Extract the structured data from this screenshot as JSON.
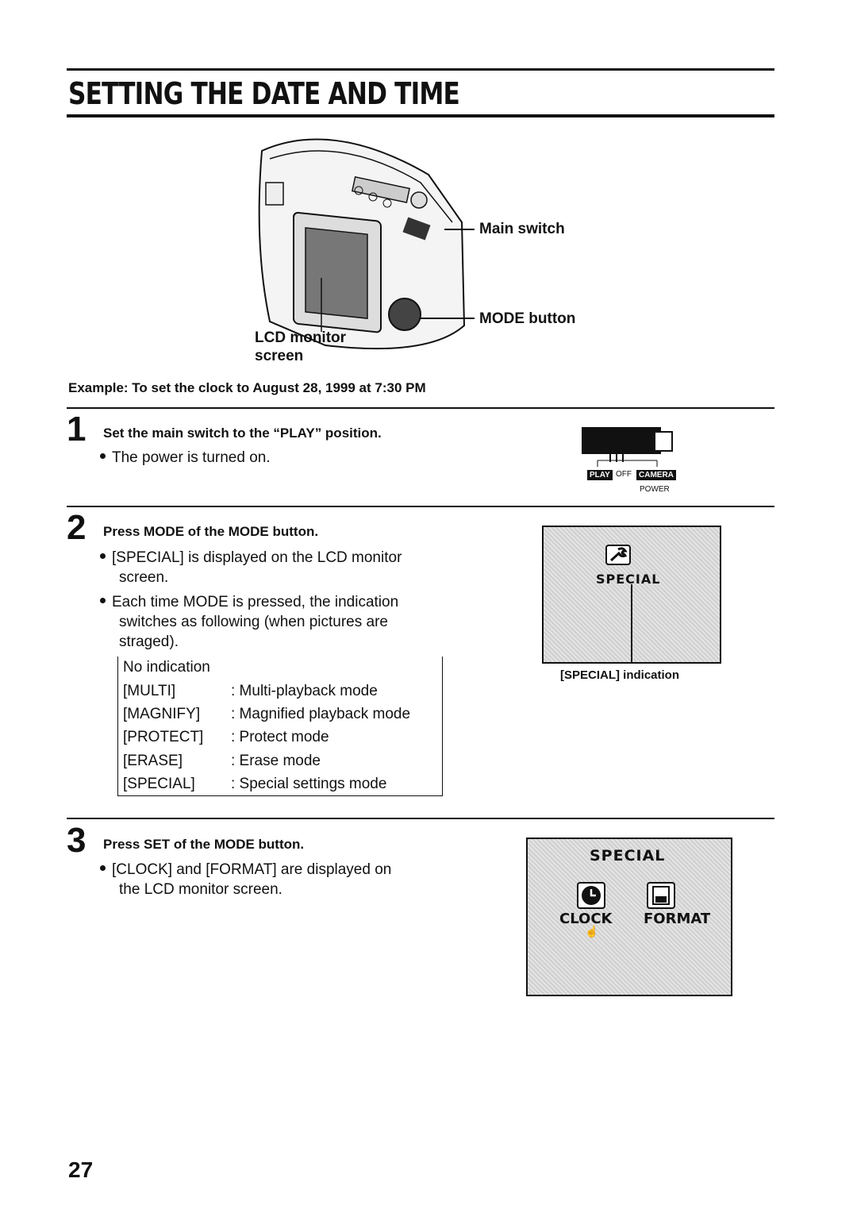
{
  "title": "SETTING THE DATE AND TIME",
  "camera_labels": {
    "main_switch": "Main switch",
    "mode_button": "MODE button",
    "lcd_line1": "LCD monitor",
    "lcd_line2": "screen"
  },
  "example": "Example: To set the clock to August 28, 1999 at 7:30 PM",
  "steps": [
    {
      "number": "1",
      "title": "Set the main switch to the “PLAY” position.",
      "bullets": [
        "The power is turned on."
      ]
    },
    {
      "number": "2",
      "title": "Press MODE of the MODE button.",
      "bullets": [
        "[SPECIAL] is displayed on the LCD monitor",
        "screen.",
        "Each time MODE is pressed, the indication",
        "switches as following (when pictures are",
        "straged)."
      ]
    },
    {
      "number": "3",
      "title": "Press SET of the MODE button.",
      "bullets": [
        "[CLOCK] and [FORMAT] are displayed on",
        "the LCD monitor screen."
      ]
    }
  ],
  "switch_diagram": {
    "play": "PLAY",
    "off": "OFF",
    "camera": "CAMERA",
    "power": "POWER"
  },
  "mode_table": {
    "first": "No indication",
    "rows": [
      {
        "key": "[MULTI]",
        "value": ": Multi-playback mode"
      },
      {
        "key": "[MAGNIFY]",
        "value": ": Magnified playback mode"
      },
      {
        "key": "[PROTECT]",
        "value": ": Protect mode"
      },
      {
        "key": "[ERASE]",
        "value": ": Erase mode"
      },
      {
        "key": "[SPECIAL]",
        "value": ": Special settings mode"
      }
    ]
  },
  "lcd1": {
    "text": "SPECIAL",
    "caption": "[SPECIAL] indication"
  },
  "lcd2": {
    "title": "SPECIAL",
    "clock": "CLOCK",
    "format": "FORMAT"
  },
  "page_number": "27"
}
